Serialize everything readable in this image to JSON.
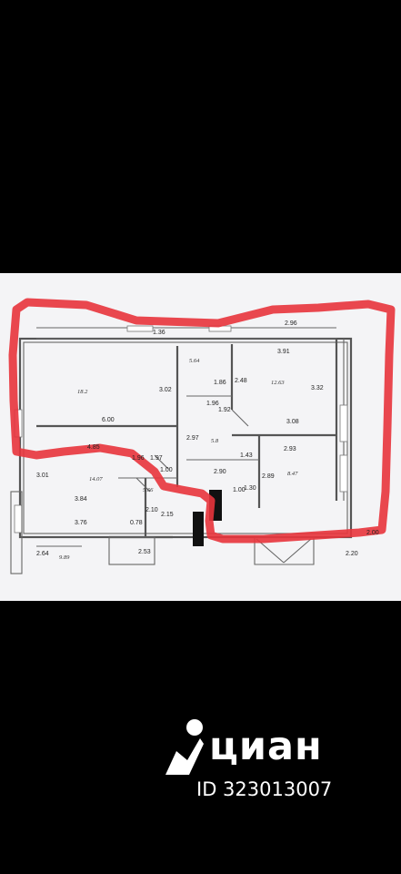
{
  "floorplan": {
    "outline_color": "#e8343c",
    "dimensions": [
      "1.36",
      "2.96",
      "3.91",
      "3.02",
      "1.86",
      "1.96",
      "2.48",
      "3.32",
      "6.00",
      "1.92",
      "2.97",
      "3.08",
      "4.85",
      "1.96",
      "1.97",
      "1.43",
      "2.93",
      "3.01",
      "1.00",
      "2.90",
      "2.89",
      "1.00",
      "1.30",
      "3.84",
      "0.78",
      "2.10",
      "2.15",
      "3.76",
      "2.64",
      "2.53",
      "2.00",
      "2.20"
    ],
    "area_labels": [
      "18.2",
      "5.64",
      "12.63",
      "5.8",
      "8.47",
      "14.07",
      "5.66",
      "9.89"
    ]
  },
  "brand": {
    "name": "циан",
    "listing_id": "ID 323013007",
    "color": "#ffffff"
  }
}
